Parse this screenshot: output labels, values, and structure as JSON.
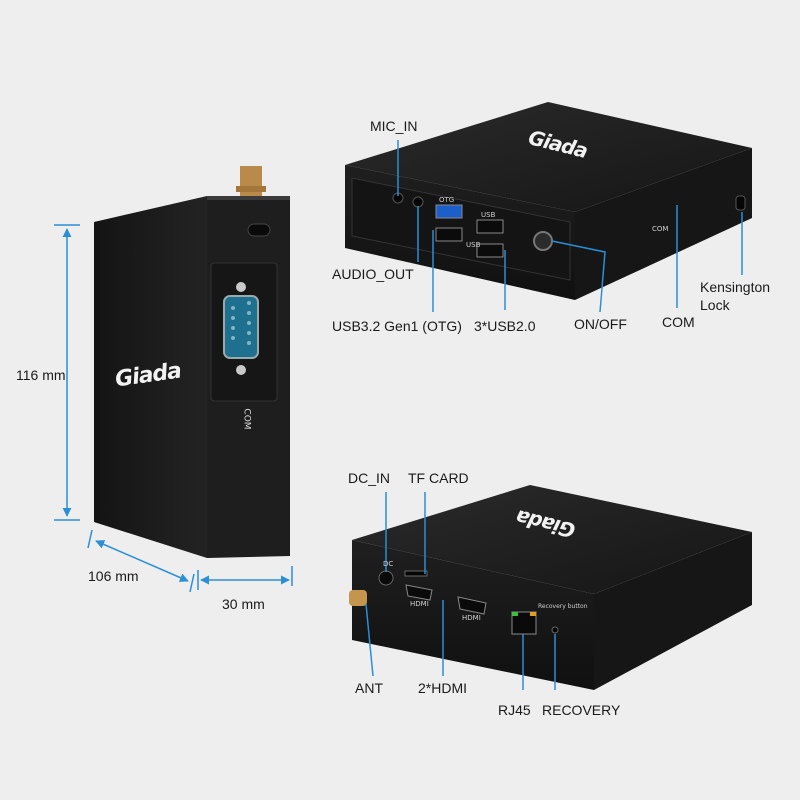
{
  "brand": "Giada",
  "colors": {
    "background": "#eeeeee",
    "callout": "#2a8fd6",
    "device": "#1c1c1c",
    "serial_port": "#1f6f8f"
  },
  "dimensions": {
    "height": "116 mm",
    "depth": "106 mm",
    "width": "30 mm"
  },
  "side_view": {
    "port_label": "COM"
  },
  "front_view": {
    "callouts": {
      "mic_in": "MIC_IN",
      "audio_out": "AUDIO_OUT",
      "usb32": "USB3.2 Gen1 (OTG)",
      "usb20": "3*USB2.0",
      "power": "ON/OFF",
      "com": "COM",
      "kensington": [
        "Kensington",
        "Lock"
      ]
    },
    "panel_marks": {
      "otg": "OTG",
      "usb_top": "USB",
      "usb_bottom": "USB",
      "com_mark": "COM"
    }
  },
  "rear_view": {
    "callouts": {
      "dc_in": "DC_IN",
      "tf_card": "TF CARD",
      "ant": "ANT",
      "hdmi": "2*HDMI",
      "rj45": "RJ45",
      "recovery": "RECOVERY"
    },
    "panel_marks": {
      "dc": "DC",
      "hdmi1": "HDMI",
      "hdmi2": "HDMI",
      "recovery_mark": "Recovery button"
    }
  }
}
